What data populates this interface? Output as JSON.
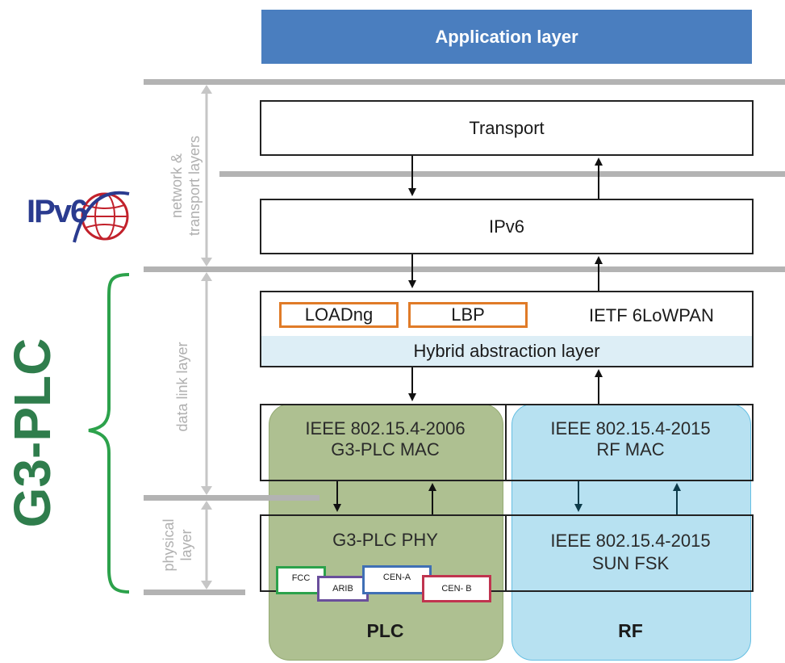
{
  "app_layer": "Application layer",
  "transport": "Transport",
  "ipv6": "IPv6",
  "routing": {
    "loadng": "LOADng",
    "lbp": "LBP",
    "sixlowpan": "IETF 6LoWPAN"
  },
  "hybrid": "Hybrid abstraction layer",
  "plc_mac": {
    "line1": "IEEE 802.15.4-2006",
    "line2": "G3-PLC MAC"
  },
  "rf_mac": {
    "line1": "IEEE 802.15.4-2015",
    "line2": "RF MAC"
  },
  "plc_phy": "G3-PLC PHY",
  "rf_phy": {
    "line1": "IEEE 802.15.4-2015",
    "line2": "SUN FSK"
  },
  "bands": {
    "fcc": "FCC",
    "arib": "ARIB",
    "cena": "CEN-A",
    "cenb": "CEN- B"
  },
  "plc": "PLC",
  "rf": "RF",
  "side_labels": {
    "network": "network &",
    "transport": "transport layers",
    "data_link": "data link layer",
    "physical": "physical",
    "layer": "layer"
  },
  "g3plc_brand": "G3-PLC",
  "ipv6_logo_text": "IPv6",
  "colors": {
    "app_blue": "#4a7ebf",
    "plc_green": "#aabd8c",
    "rf_blue": "#b7e1f1",
    "hybrid_blue": "#ddeef6",
    "brand_green": "#2f7d4c",
    "orange": "#e07b28",
    "sep_gray": "#b3b3b3"
  }
}
